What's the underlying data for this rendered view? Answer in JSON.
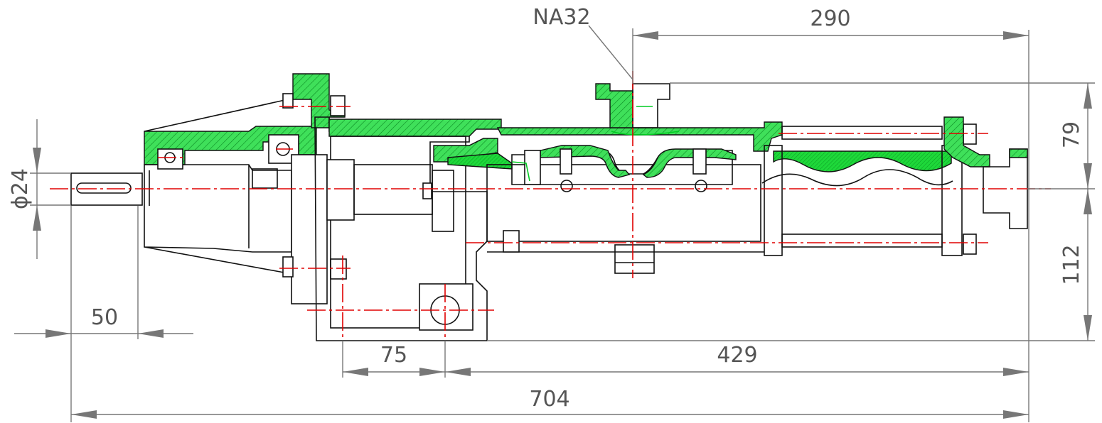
{
  "dimensions": {
    "overall_length": "704",
    "shaft_length": "50",
    "mount_offset": "75",
    "pump_length": "429",
    "top_length": "290",
    "shaft_diameter": "ϕ24",
    "height_top": "79",
    "height_bottom": "112"
  },
  "labels": {
    "bearing_callout": "NA32"
  },
  "colors": {
    "section_fill": "#22dd44",
    "center_line": "#e00000",
    "dimension": "#777777",
    "outline": "#111111"
  }
}
